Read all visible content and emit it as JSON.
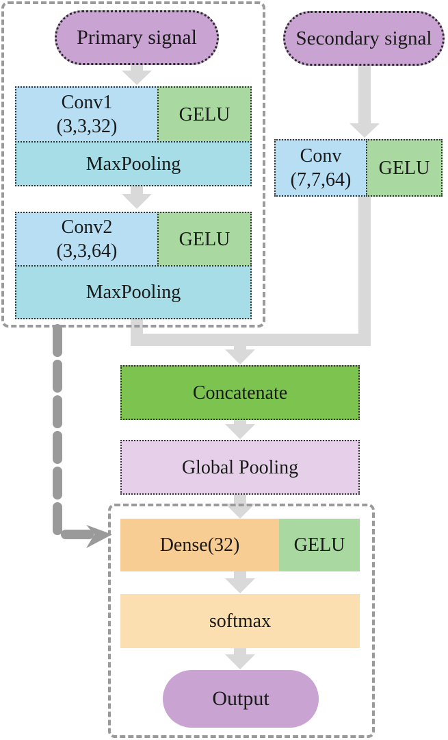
{
  "nodes": {
    "primary_signal": "Primary signal",
    "secondary_signal": "Secondary signal",
    "conv1": "Conv1",
    "conv1_params": "(3,3,32)",
    "conv1_activation": "GELU",
    "maxpool1": "MaxPooling",
    "conv2": "Conv2",
    "conv2_params": "(3,3,64)",
    "conv2_activation": "GELU",
    "maxpool2": "MaxPooling",
    "conv_secondary": "Conv",
    "conv_secondary_params": "(7,7,64)",
    "conv_secondary_activation": "GELU",
    "concatenate": "Concatenate",
    "global_pooling": "Global Pooling",
    "dense": "Dense(32)",
    "dense_activation": "GELU",
    "softmax": "softmax",
    "output": "Output"
  },
  "colors": {
    "signal": "#c9a3d1",
    "conv": "#b7def3",
    "pooling": "#a6dde6",
    "activation": "#a9d8a0",
    "concatenate": "#7cc44f",
    "global_pooling": "#e6cfe9",
    "dense": "#f8cd93",
    "softmax": "#fbdfb0",
    "arrow": "#d9d9d9",
    "dashed": "#9a9a9a"
  }
}
